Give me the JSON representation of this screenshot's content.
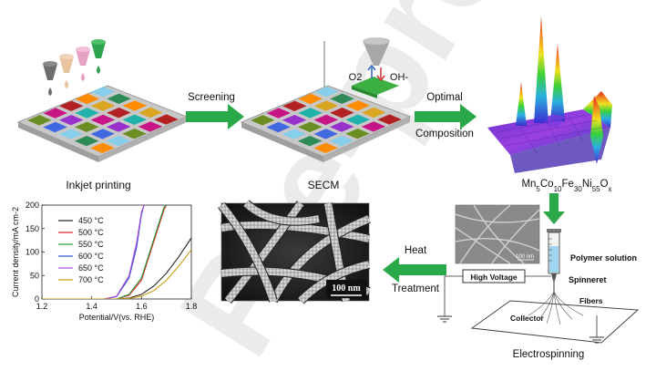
{
  "watermark": "Pre-proof",
  "steps": {
    "inkjet_label": "Inkjet printing",
    "secm_label": "SECM",
    "arrow1_label": "Screening",
    "arrow2_label_line1": "Optimal",
    "arrow2_label_line2": "Composition",
    "composition_label": "Mn5Co10Fe30Ni55Ox",
    "o2_label": "O2",
    "oh_label": "OH-",
    "heat_label_line1": "Heat",
    "heat_label_line2": "Treatment",
    "electrospinning_label": "Electrospinning",
    "polymer_solution_label": "Polymer solution",
    "high_voltage_label": "High Voltage",
    "spinneret_label": "Spinneret",
    "collector_label": "Collector",
    "fibers_label": "Fibers",
    "sem_scale_label": "100 nm",
    "inset_scale_label": "100 nm"
  },
  "colors": {
    "arrow_green": "#2aa84a",
    "ink_drops": [
      "#6e6e6e",
      "#e8c3a0",
      "#e7a2c3",
      "#2fa44f"
    ],
    "grid_cells": [
      "#6b8e23",
      "#2e8b57",
      "#b22222",
      "#9932cc",
      "#87ceeb",
      "#daa520",
      "#c71585",
      "#4169e1",
      "#ff8c00",
      "#20b2aa"
    ]
  },
  "chart_data": {
    "type": "line",
    "xlabel": "Potential/V(vs. RHE)",
    "ylabel": "Current density/mA cm-2",
    "xlim": [
      1.2,
      1.8
    ],
    "ylim": [
      0,
      200
    ],
    "xticks": [
      "1.2",
      "1.4",
      "1.6",
      "1.8"
    ],
    "yticks": [
      "0",
      "50",
      "100",
      "150",
      "200"
    ],
    "legend_position": "top-left",
    "series": [
      {
        "name": "450 °C",
        "color": "#222222",
        "x": [
          1.2,
          1.5,
          1.55,
          1.6,
          1.65,
          1.7,
          1.75,
          1.8
        ],
        "y": [
          0,
          0,
          2,
          10,
          28,
          55,
          90,
          130
        ]
      },
      {
        "name": "500 °C",
        "color": "#e02020",
        "x": [
          1.2,
          1.5,
          1.55,
          1.6,
          1.63,
          1.66,
          1.69,
          1.7
        ],
        "y": [
          0,
          0,
          8,
          40,
          90,
          140,
          190,
          200
        ]
      },
      {
        "name": "550 °C",
        "color": "#2a9a3a",
        "x": [
          1.2,
          1.5,
          1.55,
          1.6,
          1.63,
          1.66,
          1.69,
          1.7
        ],
        "y": [
          0,
          0,
          10,
          45,
          95,
          145,
          195,
          200
        ]
      },
      {
        "name": "600 °C",
        "color": "#2a4fd6",
        "x": [
          1.2,
          1.45,
          1.5,
          1.55,
          1.58,
          1.6,
          1.61
        ],
        "y": [
          0,
          0,
          5,
          45,
          110,
          180,
          200
        ]
      },
      {
        "name": "650 °C",
        "color": "#b04fd6",
        "x": [
          1.2,
          1.45,
          1.5,
          1.55,
          1.58,
          1.6,
          1.61
        ],
        "y": [
          0,
          0,
          6,
          50,
          120,
          185,
          200
        ]
      },
      {
        "name": "700 °C",
        "color": "#c89a10",
        "x": [
          1.2,
          1.5,
          1.55,
          1.6,
          1.65,
          1.7,
          1.75,
          1.8
        ],
        "y": [
          0,
          0,
          1,
          6,
          18,
          40,
          70,
          105
        ]
      }
    ]
  }
}
